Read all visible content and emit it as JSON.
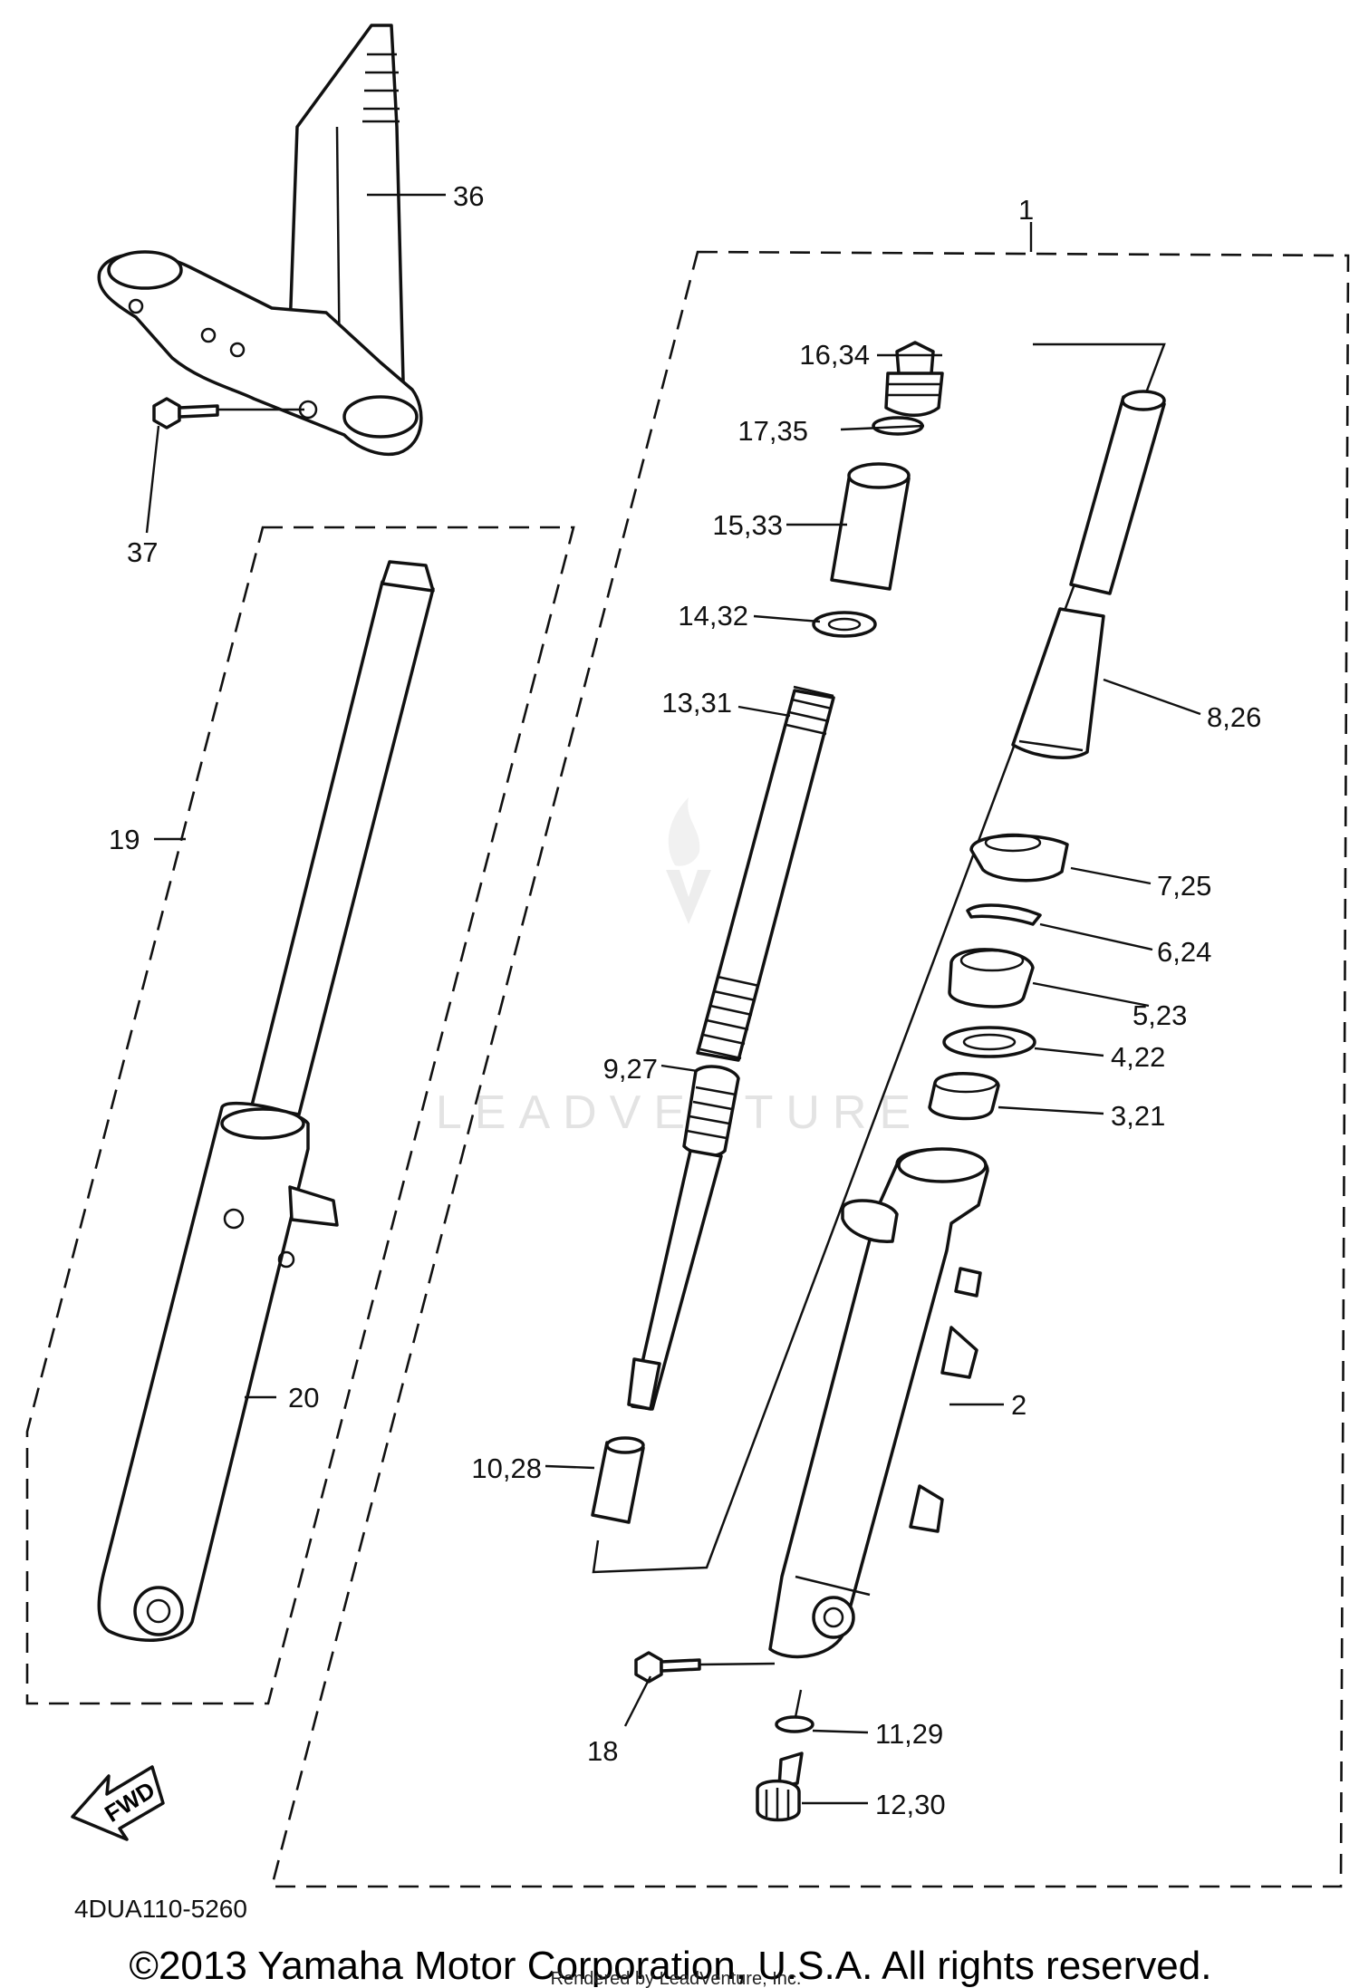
{
  "diagram_code": "4DUA110-5260",
  "copyright": "©2013 Yamaha Motor Corporation, U.S.A. All rights reserved.",
  "rendered_by": "Rendered by LeadVenture, Inc.",
  "watermark": "LEADVENTURE",
  "fwd_arrow_label": "FWD",
  "callouts": {
    "c1": "1",
    "c2": "2",
    "c3": "3,21",
    "c4": "4,22",
    "c5": "5,23",
    "c6": "6,24",
    "c7": "7,25",
    "c8": "8,26",
    "c9": "9,27",
    "c10": "10,28",
    "c11": "11,29",
    "c12": "12,30",
    "c13": "13,31",
    "c14": "14,32",
    "c15": "15,33",
    "c16": "16,34",
    "c17": "17,35",
    "c18": "18",
    "c19": "19",
    "c20": "20",
    "c36": "36",
    "c37": "37"
  }
}
